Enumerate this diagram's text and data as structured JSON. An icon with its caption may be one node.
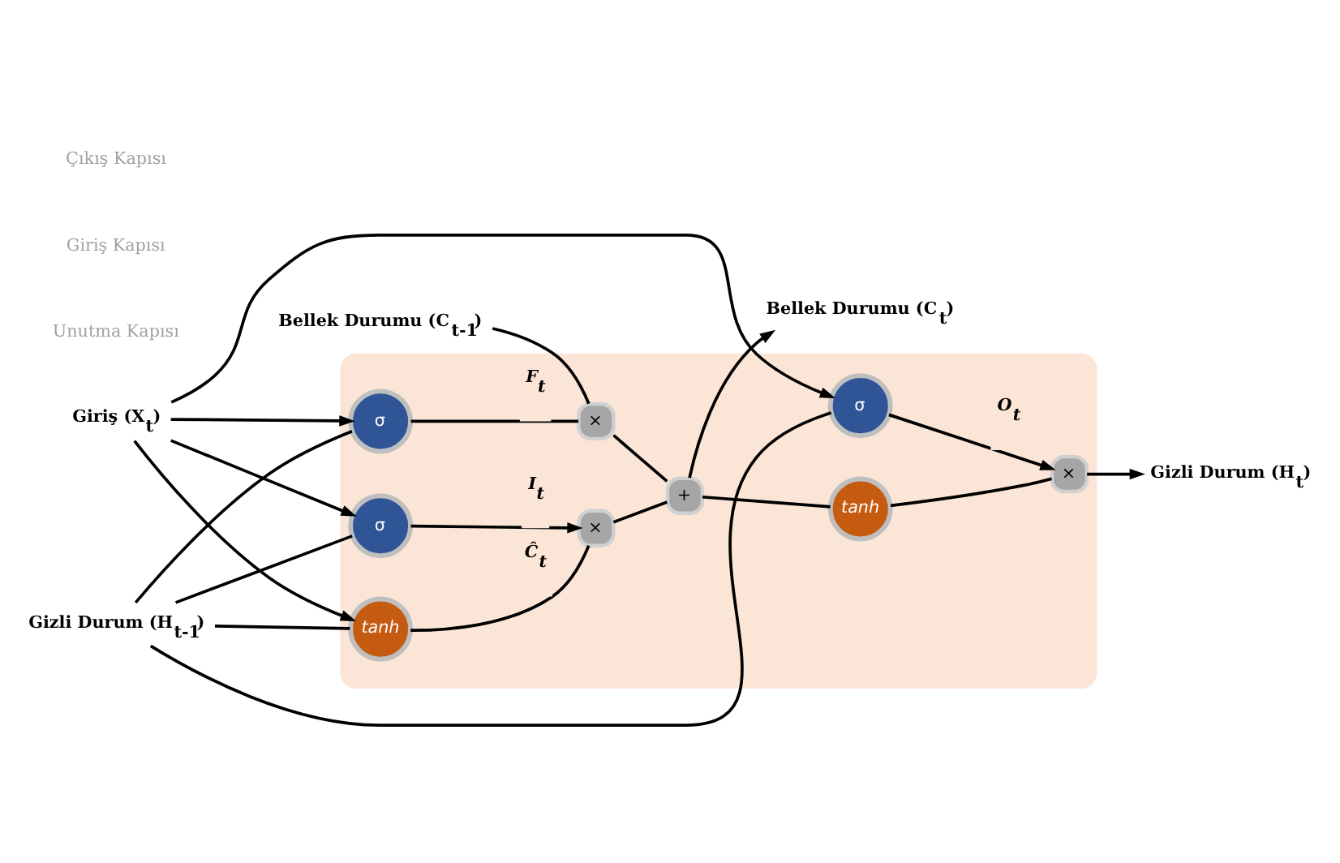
{
  "diagram": {
    "nodes": [
      {
        "text": [],
        "shape": "box"
      },
      {
        "text": [
          "Bellek Durumu (C$_{t-1}$)"
        ]
      },
      {
        "text": [
          "×"
        ],
        "in": 0
      },
      {
        "text": [
          "+"
        ],
        "in": 0
      },
      {
        "text": [
          "×"
        ],
        "in": 0
      },
      {
        "text": [
          "tanh"
        ],
        "in": 0
      },
      {
        "text": [
          "σ"
        ],
        "in": 0
      },
      {
        "text": [
          "σ"
        ],
        "in": 0
      },
      {
        "text": [
          "tanh"
        ],
        "in": 0
      },
      {
        "text": [
          "σ"
        ],
        "in": 0
      },
      {
        "text": [
          "×"
        ],
        "in": 0
      },
      {
        "text": [
          "Bellek Durumu (C$_{t}$)"
        ]
      },
      {
        "text": [
          "Gizli Durum (H$_{t-1}$)"
        ]
      },
      {
        "text": [
          "Giriş (X$_{t}$)"
        ]
      },
      {
        "text": [
          "Gizli Durum (H$_{t}$)"
        ]
      }
    ],
    "edges": [
      {
        "from": 1,
        "to": 2,
        "arrow": "none"
      },
      {
        "from": 2,
        "to": 3,
        "arrow": "none"
      },
      {
        "from": 3,
        "to": 11,
        "arrow": "to"
      },
      {
        "from": 6,
        "to": 2,
        "arrow": "none",
        "label": "F$_{t}$"
      },
      {
        "from": 7,
        "to": 4,
        "arrow": "to",
        "label": "I$_{t}$"
      },
      {
        "from": 8,
        "to": 4,
        "arrow": "none",
        "label": "Ĉ$_{t}$"
      },
      {
        "from": 4,
        "to": 3,
        "arrow": "none"
      },
      {
        "from": 3,
        "to": 5,
        "arrow": "none"
      },
      {
        "from": 5,
        "to": 10,
        "arrow": "none"
      },
      {
        "from": 9,
        "to": 10,
        "arrow": "to",
        "label": "O$_{t}$"
      },
      {
        "from": 10,
        "to": 14,
        "arrow": "to"
      },
      {
        "from": 12,
        "to": 6,
        "arrow": "none"
      },
      {
        "from": 12,
        "to": 7,
        "arrow": "none"
      },
      {
        "from": 12,
        "to": 8,
        "arrow": "none"
      },
      {
        "from": 12,
        "to": 9,
        "arrow": "none"
      },
      {
        "from": 13,
        "to": 6,
        "arrow": "to"
      },
      {
        "from": 13,
        "to": 7,
        "arrow": "to"
      },
      {
        "from": 13,
        "to": 8,
        "arrow": "to"
      },
      {
        "from": 13,
        "to": 9,
        "arrow": "to"
      }
    ],
    "labels": [
      "Unutma Kapısı",
      "Giriş Kapısı",
      "Çıkış Kapısı"
    ]
  }
}
